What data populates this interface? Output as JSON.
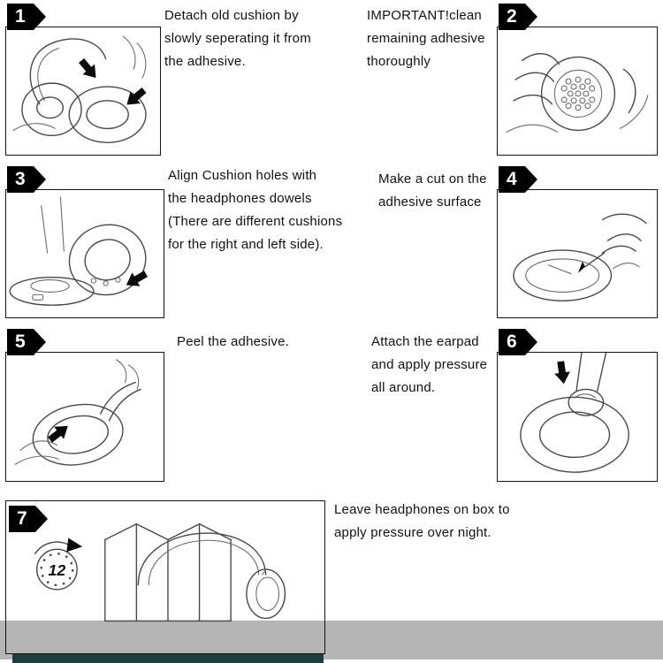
{
  "steps": [
    {
      "number": "1",
      "caption": "Detach old cushion by\nslowly seperating it from\nthe adhesive."
    },
    {
      "number": "2",
      "caption": "IMPORTANT!clean\nremaining adhesive\nthoroughly"
    },
    {
      "number": "3",
      "caption": "Align Cushion holes with\nthe headphones dowels\n(There are different cushions\nfor the right and left side)."
    },
    {
      "number": "4",
      "caption": "Make a cut on the\nadhesive surface"
    },
    {
      "number": "5",
      "caption": "Peel the adhesive."
    },
    {
      "number": "6",
      "caption": "Attach the earpad\nand apply pressure\nall around."
    },
    {
      "number": "7",
      "caption": "Leave headphones on box to\napply pressure over night."
    }
  ],
  "clock": {
    "hours": "12"
  },
  "colors": {
    "badge": "#000000",
    "line": "#474747",
    "table_gray": "#b5b5b5",
    "teal_bar": "#1c3f3e"
  }
}
